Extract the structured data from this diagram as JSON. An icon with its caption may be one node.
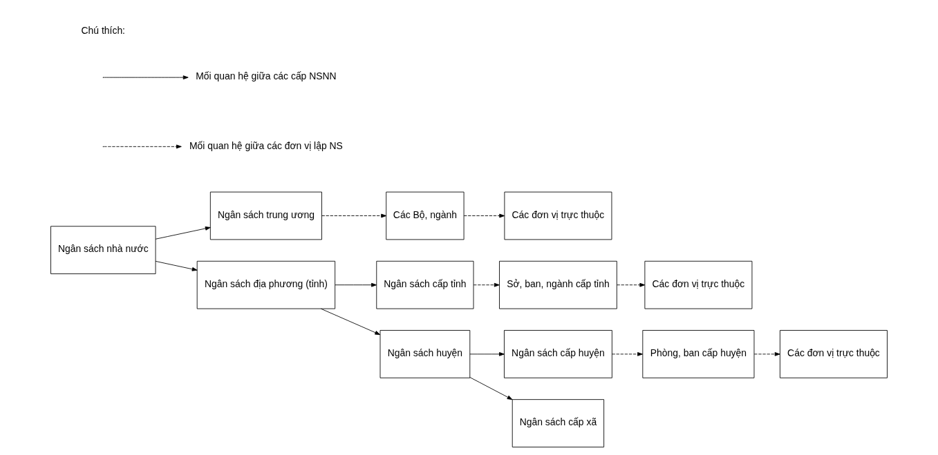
{
  "diagram": {
    "nodes": [
      {
        "text": [
          "Ngân sách nhà nước"
        ]
      },
      {
        "text": [
          "Ngân sách trung ương"
        ]
      },
      {
        "text": [
          "Các Bộ, ngành"
        ]
      },
      {
        "text": [
          "Các đơn vị trực thuộc"
        ]
      },
      {
        "text": [
          "Ngân sách địa phương (tỉnh)"
        ]
      },
      {
        "text": [
          "Ngân sách cấp tỉnh"
        ]
      },
      {
        "text": [
          "Sở, ban, ngành cấp tỉnh"
        ]
      },
      {
        "text": [
          "Các đơn vị trực thuộc"
        ]
      },
      {
        "text": [
          "Ngân sách huyện"
        ]
      },
      {
        "text": [
          "Ngân sách cấp huyện"
        ]
      },
      {
        "text": [
          "Phòng, ban cấp huyện"
        ]
      },
      {
        "text": [
          "Các đơn vị trực thuộc"
        ]
      },
      {
        "text": [
          "Ngân sách cấp xã"
        ]
      }
    ],
    "edges": [
      {
        "from": 0,
        "to": 1,
        "arrow": "to"
      },
      {
        "from": 0,
        "to": 4,
        "arrow": "to"
      },
      {
        "from": 1,
        "to": 2,
        "arrow": "to",
        "style": "dashed"
      },
      {
        "from": 2,
        "to": 3,
        "arrow": "to",
        "style": "dashed"
      },
      {
        "from": 4,
        "to": 5,
        "arrow": "to"
      },
      {
        "from": 4,
        "to": 8,
        "arrow": "to"
      },
      {
        "from": 5,
        "to": 6,
        "arrow": "to",
        "style": "dashed"
      },
      {
        "from": 6,
        "to": 7,
        "arrow": "to",
        "style": "dashed"
      },
      {
        "from": 8,
        "to": 9,
        "arrow": "to"
      },
      {
        "from": 8,
        "to": 12,
        "arrow": "to"
      },
      {
        "from": 9,
        "to": 10,
        "arrow": "to",
        "style": "dashed"
      },
      {
        "from": 10,
        "to": 11,
        "arrow": "to",
        "style": "dashed"
      }
    ],
    "labels": [
      "Chú thích:"
    ],
    "legend": [
      {
        "text": "Mối quan hệ giữa các cấp NSNN"
      },
      {
        "text": "Mối quan hệ giữa các đơn vị lập NS"
      }
    ]
  }
}
